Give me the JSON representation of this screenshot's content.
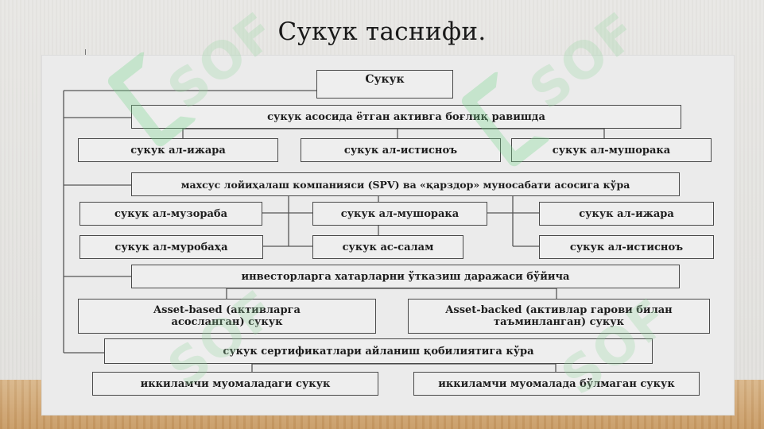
{
  "slide": {
    "title": "Сукук таснифи."
  },
  "diagram": {
    "root": "Сукук",
    "groups": [
      {
        "header": "сукук асосида ётган активга боғлиқ равишда",
        "items": [
          "сукук ал-ижара",
          "сукук ал-истисноъ",
          "сукук ал-мушорака"
        ]
      },
      {
        "header": "махсус лойиҳалаш компанияси (SPV) ва «қарздор» муносабати асосига кўра",
        "items": [
          "сукук ал-музораба",
          "сукук ал-мушорака",
          "сукук ал-ижара",
          "сукук ал-муробаҳа",
          "сукук ас-салам",
          "сукук ал-истисноъ"
        ]
      },
      {
        "header": "инвесторларга хатарларни ўтказиш даражаси бўйича",
        "items": [
          "Asset-based (активларга асосланган) сукук",
          "Asset-backed (активлар гарови билан таъминланган) сукук"
        ]
      },
      {
        "header": "сукук сертификатлари айланиш қобилиятига кўра",
        "items": [
          "иккиламчи муомаладаги сукук",
          "иккиламчи муомалада бўлмаган сукук"
        ]
      }
    ]
  }
}
